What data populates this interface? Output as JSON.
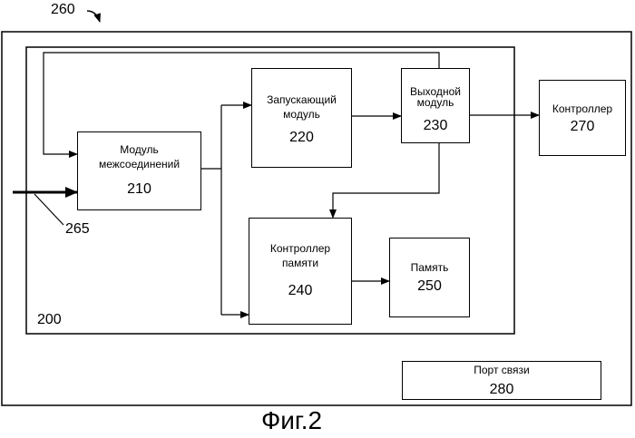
{
  "figure": {
    "caption": "Фиг.2",
    "device_ref": "260",
    "system_ref": "200",
    "input_ref": "265"
  },
  "blocks": {
    "interconnect": {
      "label_1": "Модуль",
      "label_2": "межсоединений",
      "ref": "210"
    },
    "trigger": {
      "label_1": "Запускающий",
      "label_2": "модуль",
      "ref": "220"
    },
    "output": {
      "label_1": "Выходной",
      "label_2": "модуль",
      "ref": "230"
    },
    "memory_controller": {
      "label_1": "Контроллер",
      "label_2": "памяти",
      "ref": "240"
    },
    "memory": {
      "label": "Память",
      "ref": "250"
    },
    "controller": {
      "label": "Контроллер",
      "ref": "270"
    },
    "comm_port": {
      "label": "Порт связи",
      "ref": "280"
    }
  }
}
